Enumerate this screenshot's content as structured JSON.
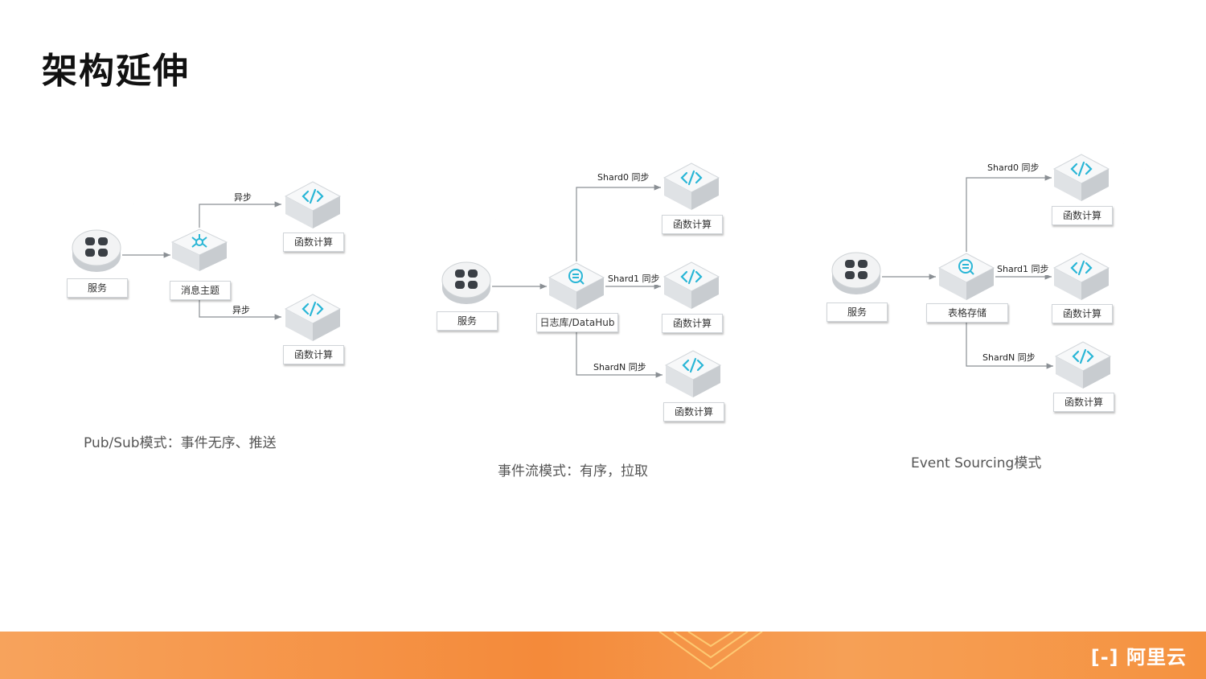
{
  "title": "架构延伸",
  "diagrams": {
    "pubsub": {
      "service_label": "服务",
      "topic_label": "消息主题",
      "edge_top": "异步",
      "edge_bottom": "异步",
      "fc_top": "函数计算",
      "fc_bottom": "函数计算",
      "caption": "Pub/Sub模式：事件无序、推送"
    },
    "stream": {
      "service_label": "服务",
      "hub_label": "日志库/DataHub",
      "edge_0": "Shard0 同步",
      "edge_1": "Shard1 同步",
      "edge_n": "ShardN 同步",
      "fc_0": "函数计算",
      "fc_1": "函数计算",
      "fc_n": "函数计算",
      "caption": "事件流模式：有序，拉取"
    },
    "sourcing": {
      "service_label": "服务",
      "store_label": "表格存储",
      "edge_0": "Shard0 同步",
      "edge_1": "Shard1 同步",
      "edge_n": "ShardN 同步",
      "fc_0": "函数计算",
      "fc_1": "函数计算",
      "fc_n": "函数计算",
      "caption": "Event Sourcing模式"
    }
  },
  "footer": {
    "logo": "阿里云"
  },
  "colors": {
    "accent": "#29b6d6",
    "footer": "#f48a3a"
  }
}
